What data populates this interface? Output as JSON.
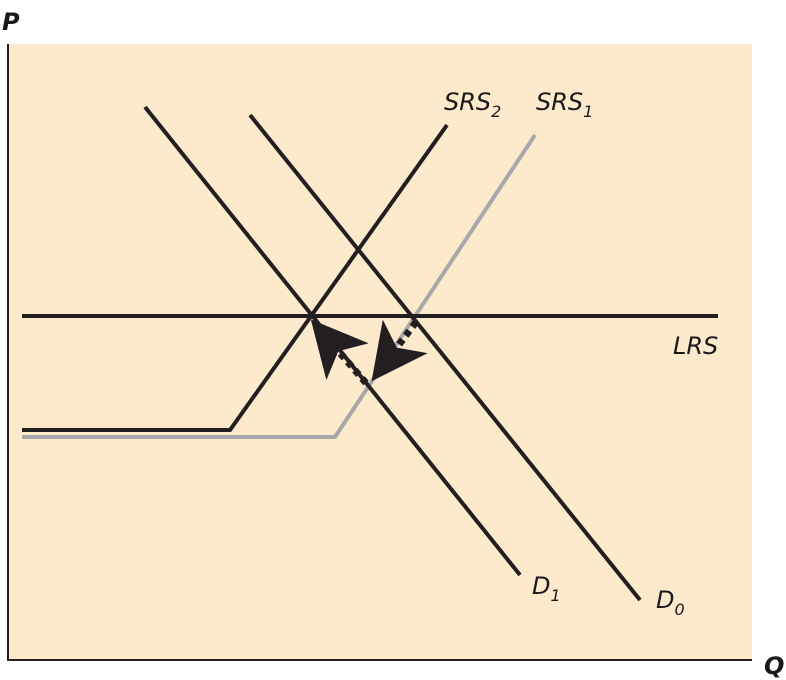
{
  "axes": {
    "y_label": "P",
    "x_label": "Q"
  },
  "curves": {
    "lrs": {
      "label": "LRS"
    },
    "srs1": {
      "label": "SRS",
      "sub": "1",
      "color": "#a8a8a8"
    },
    "srs2": {
      "label": "SRS",
      "sub": "2",
      "color": "#231f20"
    },
    "d0": {
      "label": "D",
      "sub": "0"
    },
    "d1": {
      "label": "D",
      "sub": "1"
    }
  },
  "colors": {
    "background": "#fde9cc",
    "ink": "#231f20"
  }
}
